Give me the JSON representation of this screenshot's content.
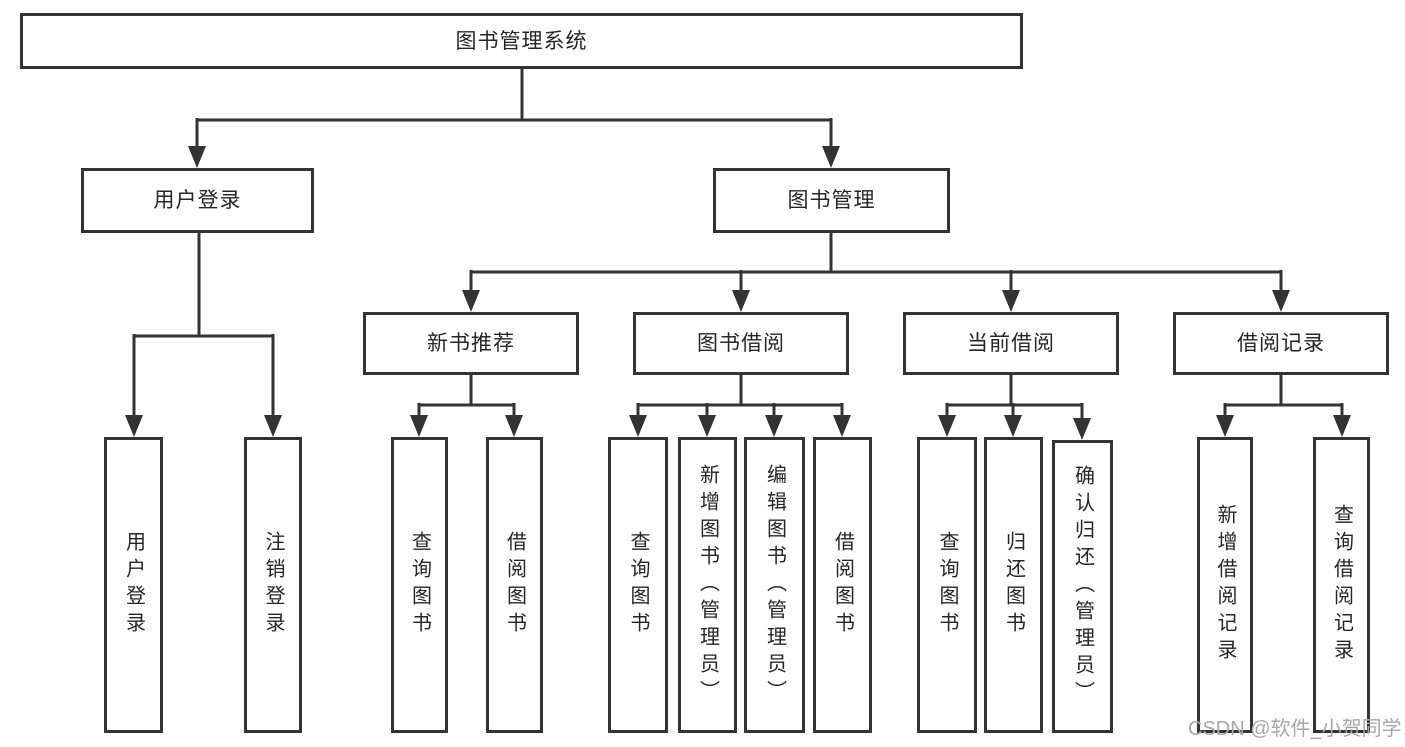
{
  "diagram": {
    "title_box": {
      "label": "图书管理系统"
    },
    "level2": [
      {
        "label": "用户登录"
      },
      {
        "label": "图书管理"
      }
    ],
    "level3": [
      {
        "label": "新书推荐",
        "parent": "图书管理"
      },
      {
        "label": "图书借阅",
        "parent": "图书管理"
      },
      {
        "label": "当前借阅",
        "parent": "图书管理"
      },
      {
        "label": "借阅记录",
        "parent": "图书管理"
      }
    ],
    "leaves": [
      {
        "label": "用户登录",
        "parent": "用户登录"
      },
      {
        "label": "注销登录",
        "parent": "用户登录"
      },
      {
        "label": "查询图书",
        "parent": "新书推荐"
      },
      {
        "label": "借阅图书",
        "parent": "新书推荐"
      },
      {
        "label": "查询图书",
        "parent": "图书借阅"
      },
      {
        "label": "新增图书（管理员）",
        "parent": "图书借阅"
      },
      {
        "label": "编辑图书（管理员）",
        "parent": "图书借阅"
      },
      {
        "label": "借阅图书",
        "parent": "图书借阅"
      },
      {
        "label": "查询图书",
        "parent": "当前借阅"
      },
      {
        "label": "归还图书",
        "parent": "当前借阅"
      },
      {
        "label": "确认归还（管理员）",
        "parent": "当前借阅"
      },
      {
        "label": "新增借阅记录",
        "parent": "借阅记录"
      },
      {
        "label": "查询借阅记录",
        "parent": "借阅记录"
      }
    ]
  },
  "watermark": {
    "text": "CSDN @软件_小贺同学"
  },
  "colors": {
    "line": "#333333",
    "text": "#262626",
    "watermark": "#a8a8a8",
    "background": "#ffffff"
  }
}
